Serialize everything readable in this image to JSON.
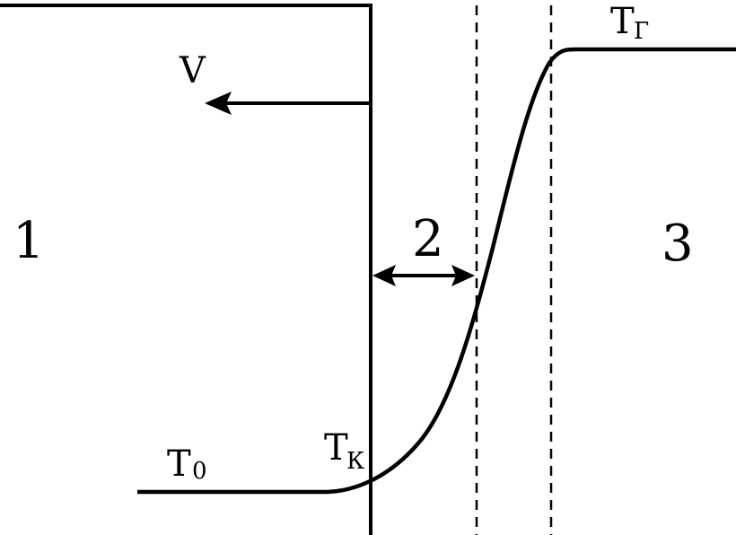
{
  "labels": {
    "velocity": "V",
    "region_1": "1",
    "region_2": "2",
    "region_3": "3",
    "t0_main": "T",
    "t0_sub": "0",
    "tk_main": "T",
    "tk_sub": "К",
    "tg_main": "T",
    "tg_sub": "Г"
  },
  "colors": {
    "stroke": "#000000",
    "background": "#ffffff"
  }
}
